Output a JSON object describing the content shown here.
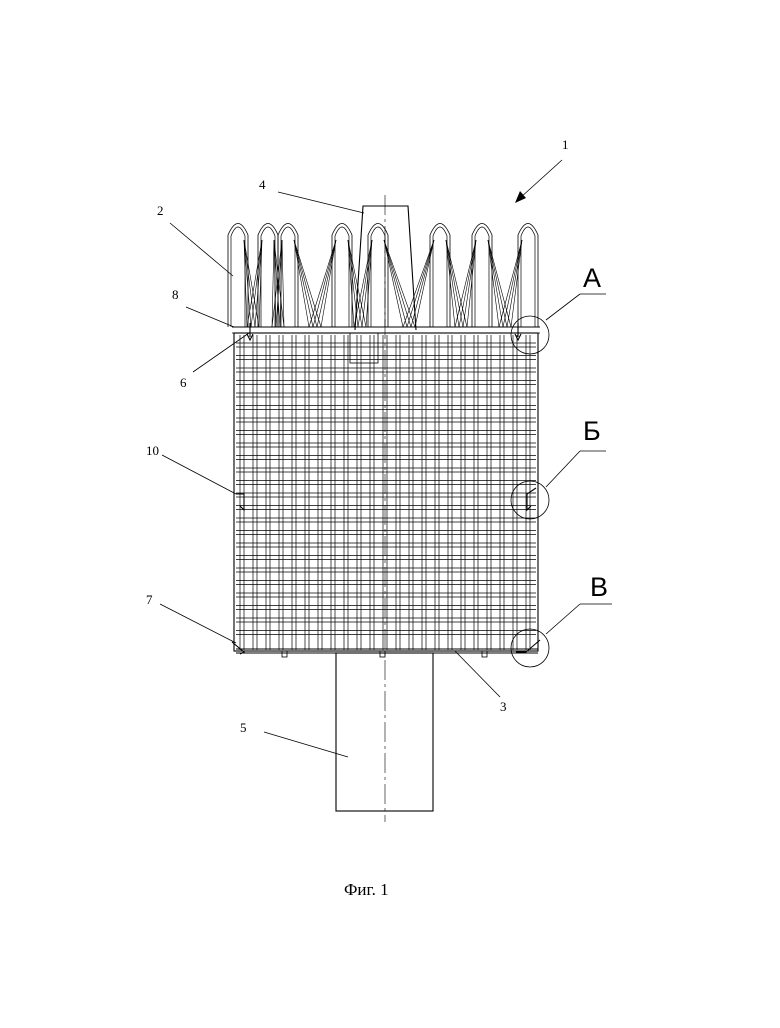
{
  "figure": {
    "caption": "Фиг. 1",
    "labels": [
      "1",
      "2",
      "3",
      "4",
      "5",
      "6",
      "7",
      "8",
      "10"
    ],
    "detail_labels": [
      "А",
      "Б",
      "В"
    ]
  }
}
